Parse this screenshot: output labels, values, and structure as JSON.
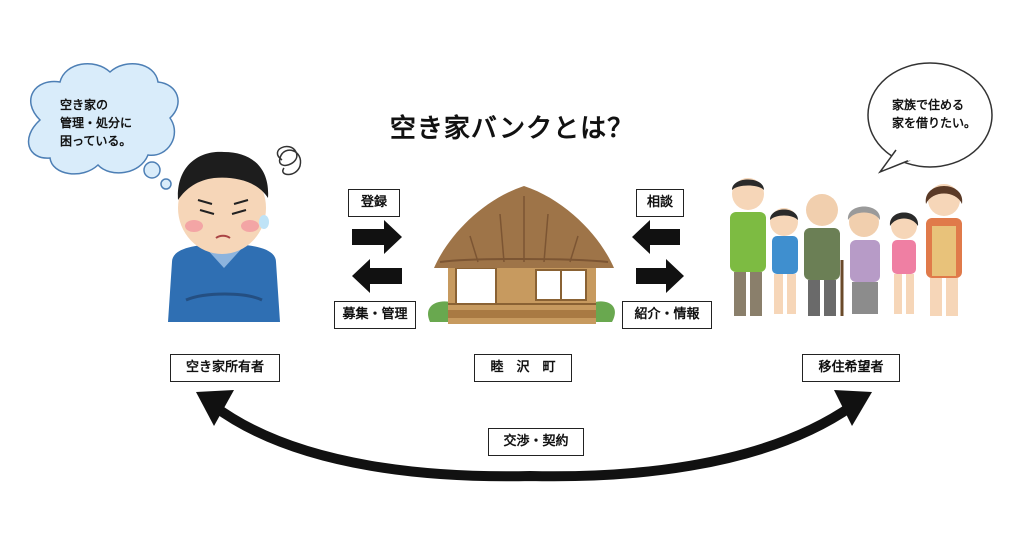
{
  "title": "空き家バンクとは？",
  "owner": {
    "thought_lines": [
      "空き家の",
      "管理・処分に",
      "困っている。"
    ],
    "label": "空き家所有者"
  },
  "town": {
    "label": "睦　沢　町"
  },
  "seeker": {
    "speech_lines": [
      "家族で住める",
      "家を借りたい。"
    ],
    "label": "移住希望者"
  },
  "flows": {
    "register": "登録",
    "recruit_manage": "募集・管理",
    "consult": "相談",
    "introduce_info": "紹介・情報",
    "negotiate_contract": "交渉・契約"
  }
}
